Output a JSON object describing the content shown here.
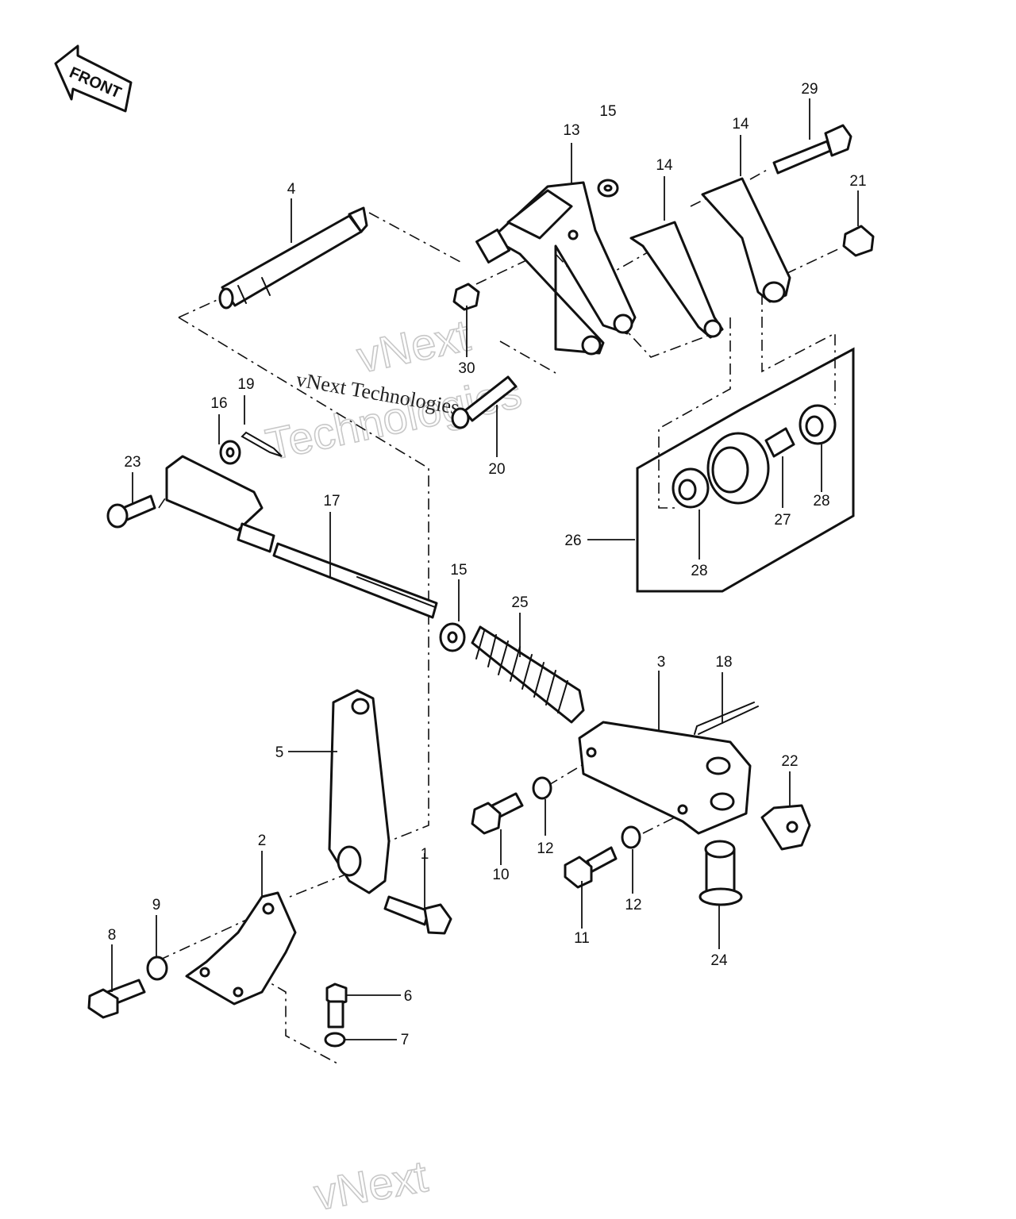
{
  "orientation_label": "FRONT",
  "watermarks": {
    "primary": "vNext Technologies",
    "secondary": [
      "vNext",
      "Technologies"
    ],
    "bottom": "vNext"
  },
  "callouts": [
    {
      "id": "c1",
      "text": "1"
    },
    {
      "id": "c2",
      "text": "2"
    },
    {
      "id": "c3",
      "text": "3"
    },
    {
      "id": "c4",
      "text": "4"
    },
    {
      "id": "c5",
      "text": "5"
    },
    {
      "id": "c6",
      "text": "6"
    },
    {
      "id": "c7",
      "text": "7"
    },
    {
      "id": "c8",
      "text": "8"
    },
    {
      "id": "c9",
      "text": "9"
    },
    {
      "id": "c10",
      "text": "10"
    },
    {
      "id": "c11",
      "text": "11"
    },
    {
      "id": "c12a",
      "text": "12"
    },
    {
      "id": "c12b",
      "text": "12"
    },
    {
      "id": "c13",
      "text": "13"
    },
    {
      "id": "c14a",
      "text": "14"
    },
    {
      "id": "c14b",
      "text": "14"
    },
    {
      "id": "c15a",
      "text": "15"
    },
    {
      "id": "c15b",
      "text": "15"
    },
    {
      "id": "c16",
      "text": "16"
    },
    {
      "id": "c17",
      "text": "17"
    },
    {
      "id": "c18",
      "text": "18"
    },
    {
      "id": "c19",
      "text": "19"
    },
    {
      "id": "c20",
      "text": "20"
    },
    {
      "id": "c21",
      "text": "21"
    },
    {
      "id": "c22",
      "text": "22"
    },
    {
      "id": "c23",
      "text": "23"
    },
    {
      "id": "c24",
      "text": "24"
    },
    {
      "id": "c25",
      "text": "25"
    },
    {
      "id": "c26",
      "text": "26"
    },
    {
      "id": "c27",
      "text": "27"
    },
    {
      "id": "c28a",
      "text": "28"
    },
    {
      "id": "c28b",
      "text": "28"
    },
    {
      "id": "c29",
      "text": "29"
    },
    {
      "id": "c30",
      "text": "30"
    }
  ]
}
